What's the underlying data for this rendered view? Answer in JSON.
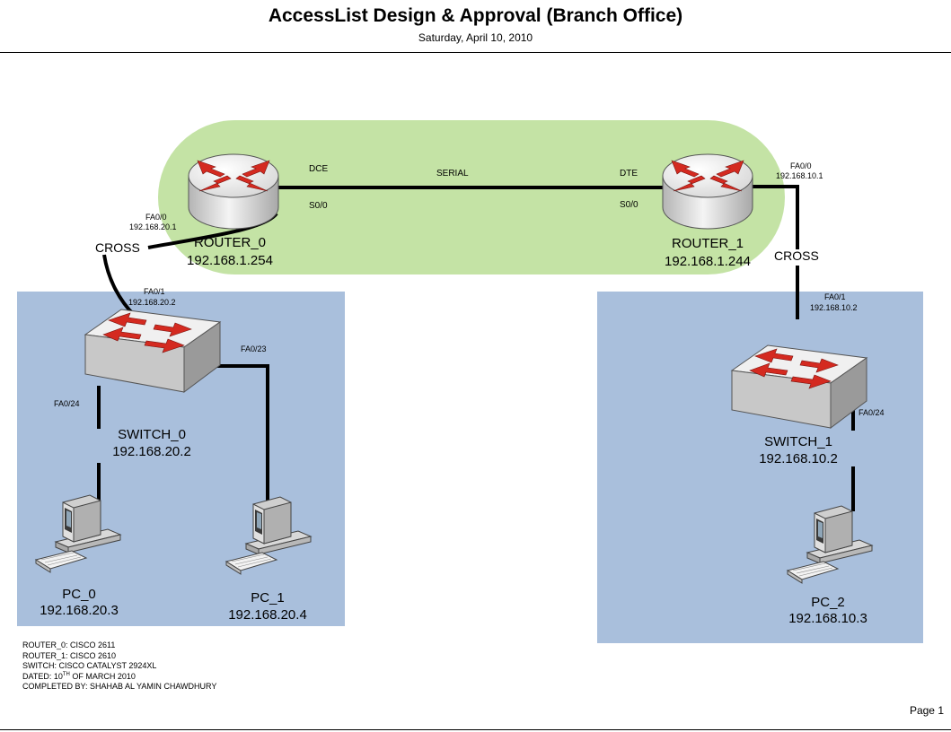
{
  "header": {
    "title": "AccessList Design & Approval (Branch Office)",
    "subtitle": "Saturday, April 10, 2010"
  },
  "colors": {
    "wan_zone": "#c4e3a5",
    "lan_zone": "#a9bfdc",
    "link": "#000000",
    "arrow": "#d42a20",
    "device_body": "#e5e5e5"
  },
  "router0": {
    "name": "ROUTER_0",
    "ip": "192.168.1.254"
  },
  "router1": {
    "name": "ROUTER_1",
    "ip": "192.168.1.244"
  },
  "switch0": {
    "name": "SWITCH_0",
    "ip": "192.168.20.2"
  },
  "switch1": {
    "name": "SWITCH_1",
    "ip": "192.168.10.2"
  },
  "pc0": {
    "name": "PC_0",
    "ip": "192.168.20.3"
  },
  "pc1": {
    "name": "PC_1",
    "ip": "192.168.20.4"
  },
  "pc2": {
    "name": "PC_2",
    "ip": "192.168.10.3"
  },
  "links": {
    "serial": {
      "label": "SERIAL",
      "r0_role": "DCE",
      "r0_port": "S0/0",
      "r1_role": "DTE",
      "r1_port": "S0/0"
    },
    "r0_sw0": {
      "type": "CROSS",
      "r0_port": "FA0/0",
      "r0_ip": "192.168.20.1",
      "sw_port": "FA0/1",
      "sw_ip": "192.168.20.2"
    },
    "r1_sw1": {
      "type": "CROSS",
      "r1_port": "FA0/0",
      "r1_ip": "192.168.10.1",
      "sw_port": "FA0/1",
      "sw_ip": "192.168.10.2"
    },
    "sw0_pc0": {
      "port": "FA0/24"
    },
    "sw0_pc1": {
      "port": "FA0/23"
    },
    "sw1_pc2": {
      "port": "FA0/24"
    }
  },
  "notes": {
    "line1": "ROUTER_0: CISCO 2611",
    "line2": "ROUTER_1: CISCO 2610",
    "line3": "SWITCH: CISCO CATALYST 2924XL",
    "line4_pre": "DATED: 10",
    "line4_sup": "TH",
    "line4_post": " OF MARCH 2010",
    "line5": "COMPLETED BY: SHAHAB AL YAMIN CHAWDHURY"
  },
  "footer": {
    "page": "Page 1"
  }
}
